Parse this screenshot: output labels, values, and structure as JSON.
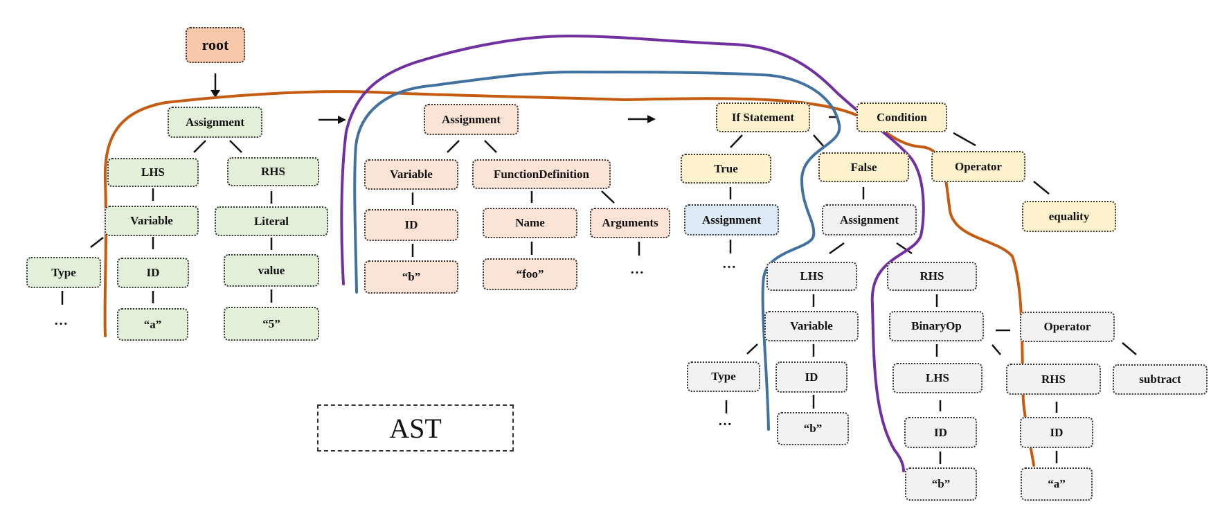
{
  "nodes": {
    "root": "root",
    "t1_assignment": "Assignment",
    "t1_lhs": "LHS",
    "t1_rhs": "RHS",
    "t1_variable": "Variable",
    "t1_literal": "Literal",
    "t1_type": "Type",
    "t1_id": "ID",
    "t1_value": "value",
    "t1_a": "“a”",
    "t1_5": "“5”",
    "t2_assignment": "Assignment",
    "t2_variable": "Variable",
    "t2_funcdef": "FunctionDefinition",
    "t2_id": "ID",
    "t2_name": "Name",
    "t2_arguments": "Arguments",
    "t2_b": "“b”",
    "t2_foo": "“foo”",
    "t3_if": "If Statement",
    "t3_condition": "Condition",
    "t3_true": "True",
    "t3_false": "False",
    "t3_operator": "Operator",
    "t3_equality": "equality",
    "t3_true_assignment": "Assignment",
    "t3_false_assignment": "Assignment",
    "t3_lhs": "LHS",
    "t3_rhs": "RHS",
    "t3_variable": "Variable",
    "t3_binaryop": "BinaryOp",
    "t3_operator2": "Operator",
    "t3_type": "Type",
    "t3_id": "ID",
    "t3_b": "“b”",
    "t3_binlhs": "LHS",
    "t3_binrhs": "RHS",
    "t3_subtract": "subtract",
    "t3_binid1": "ID",
    "t3_binid2": "ID",
    "t3_b2": "“b”",
    "t3_a2": "“a”"
  },
  "ellipsis": "…",
  "caption": "AST",
  "colors": {
    "root": "#f9c8ac",
    "green": "#e2f0d9",
    "peach": "#fbe3d6",
    "yellow": "#fff2cc",
    "blue": "#deebf7",
    "grey": "#f2f2f2",
    "orange_line": "#c55a11",
    "purple_line": "#7030a0",
    "blue_line": "#41729f"
  }
}
